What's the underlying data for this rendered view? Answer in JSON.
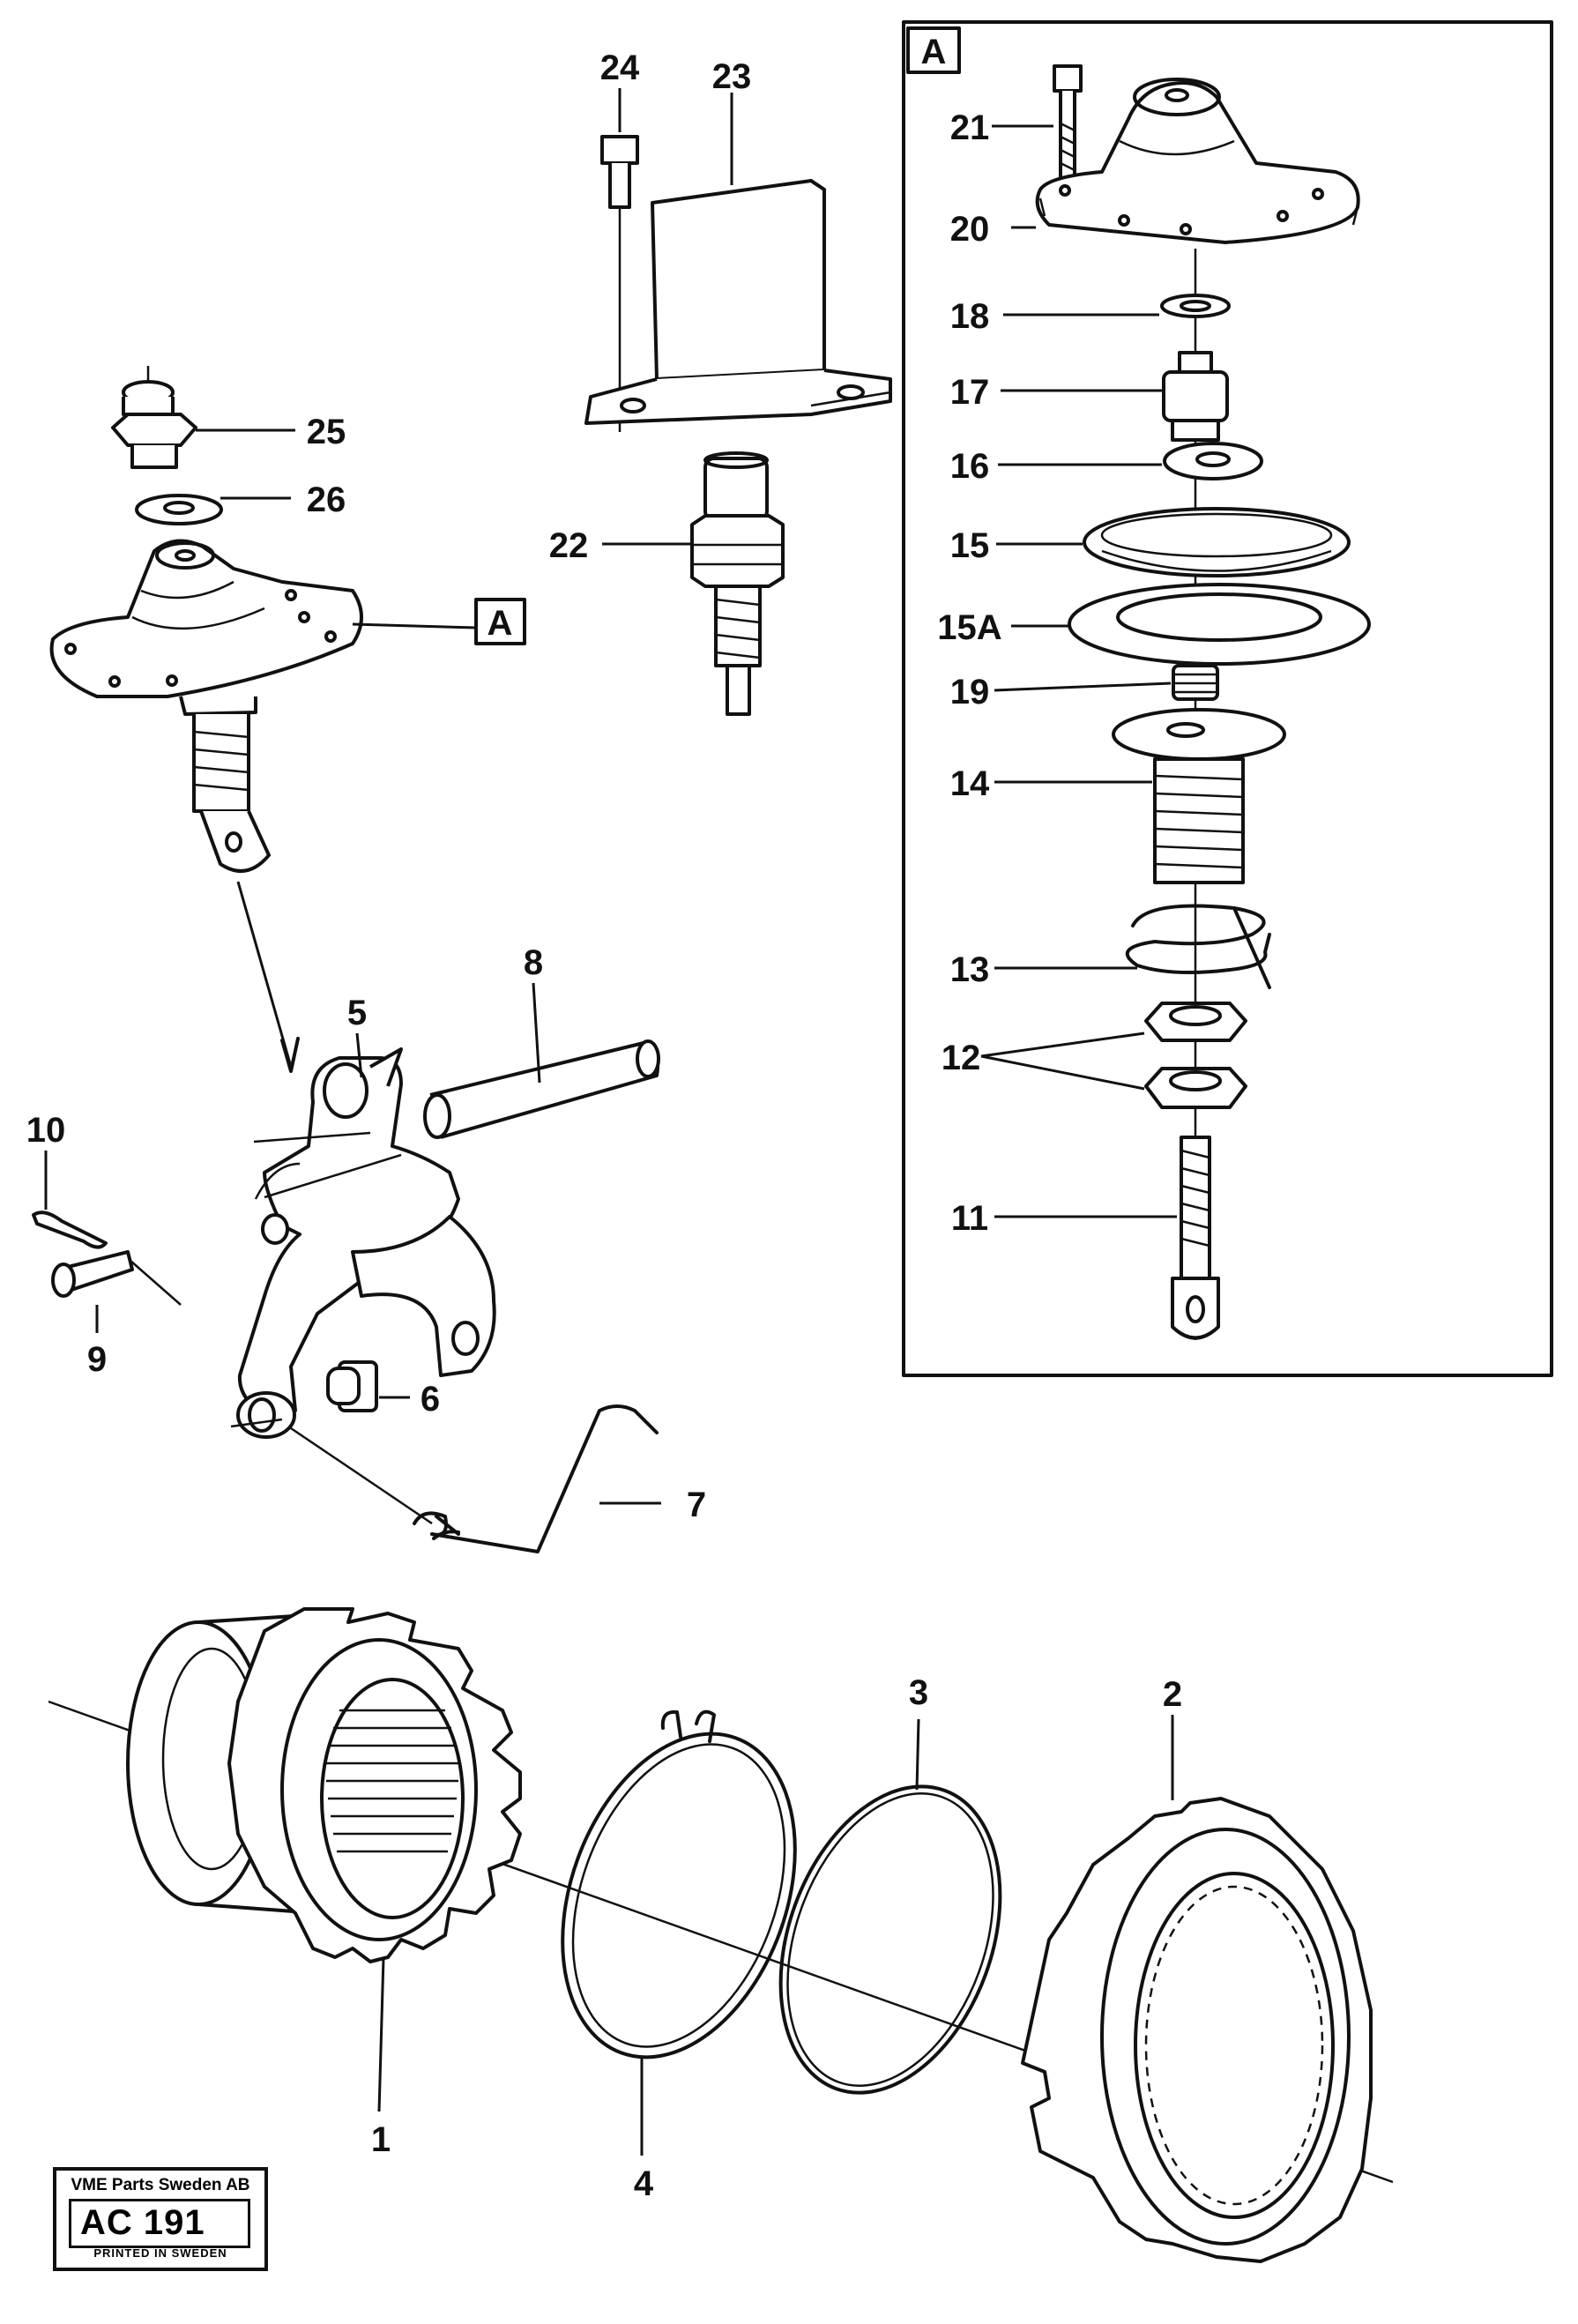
{
  "callouts": {
    "c1": "1",
    "c2": "2",
    "c3": "3",
    "c4": "4",
    "c5": "5",
    "c6": "6",
    "c7": "7",
    "c8": "8",
    "c9": "9",
    "c10": "10",
    "c11": "11",
    "c12": "12",
    "c13": "13",
    "c14": "14",
    "c15": "15",
    "c15a": "15A",
    "c16": "16",
    "c17": "17",
    "c18": "18",
    "c19": "19",
    "c20": "20",
    "c21": "21",
    "c22": "22",
    "c23": "23",
    "c24": "24",
    "c25": "25",
    "c26": "26"
  },
  "detail": {
    "box_label": "A",
    "ref_label": "A"
  },
  "stamp": {
    "company": "VME Parts Sweden AB",
    "code": "AC 191",
    "printed": "PRINTED IN SWEDEN"
  }
}
